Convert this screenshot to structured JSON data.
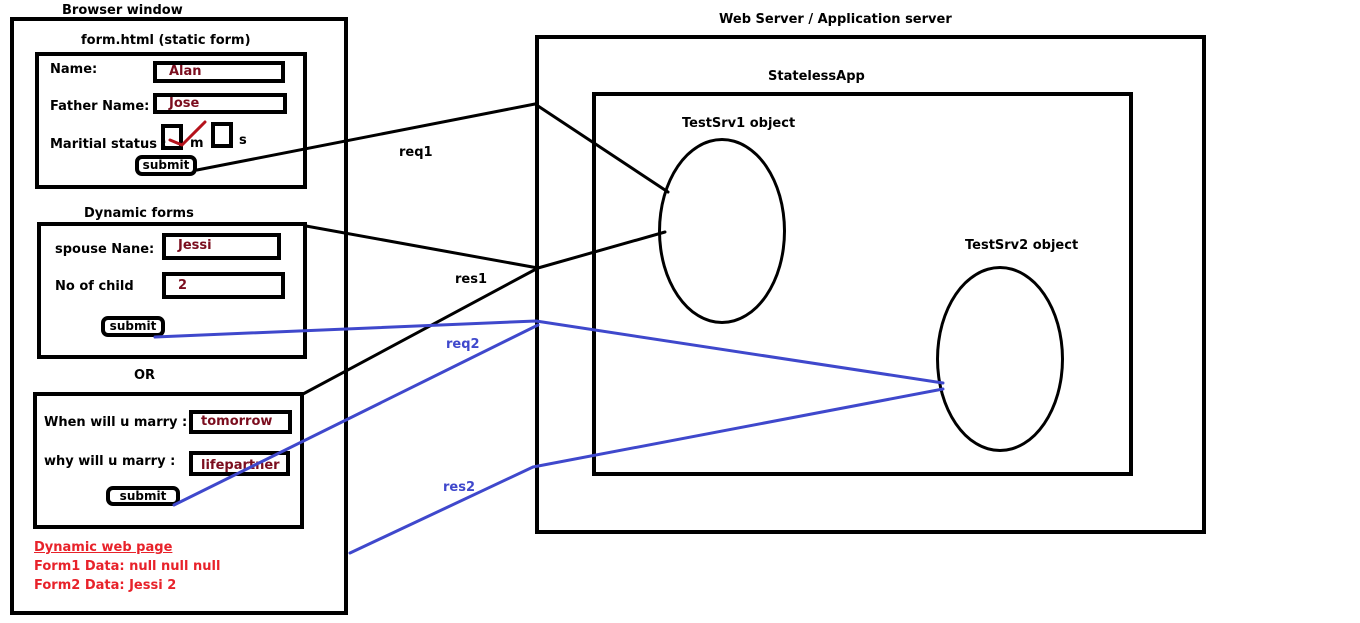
{
  "browser": {
    "title": "Browser window",
    "static_form": {
      "title": "form.html (static form)",
      "name_label": "Name:",
      "name_value": "Alan",
      "father_label": "Father Name:",
      "father_value": "Jose",
      "status_label": "Maritial status :",
      "opt_m": "m",
      "opt_s": "s",
      "submit_label": "submit"
    },
    "dynamic_forms_title": "Dynamic forms",
    "dynamic_form1": {
      "spouse_label": "spouse Nane:",
      "spouse_value": "Jessi",
      "child_label": "No of child",
      "child_value": "2",
      "submit_label": "submit"
    },
    "or_label": "OR",
    "dynamic_form2": {
      "when_label": "When will u marry :",
      "when_value": "tomorrow",
      "why_label": "why will u marry :",
      "why_value": "lifepartner",
      "submit_label": "submit"
    },
    "output": {
      "heading": "Dynamic web page",
      "line1": "Form1 Data: null null  null",
      "line2": "Form2 Data: Jessi  2"
    }
  },
  "server": {
    "title": "Web Server / Application server",
    "app_title": "StatelessApp",
    "srv1_label": "TestSrv1 object",
    "srv2_label": "TestSrv2 object"
  },
  "arrows": {
    "req1": "req1",
    "res1": "res1",
    "req2": "req2",
    "res2": "res2"
  },
  "colors": {
    "black_line": "#000000",
    "blue_line": "#3f48cc",
    "field_text": "#7b0d1e",
    "output_text": "#e8222a",
    "check_mark": "#b5121b"
  }
}
